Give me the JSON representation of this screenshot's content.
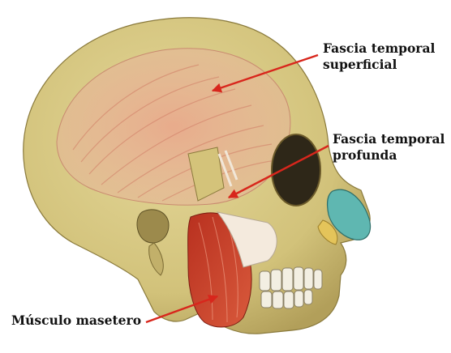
{
  "labels": {
    "superficial_line1": "Fascia temporal",
    "superficial_line2": "superficial",
    "profunda_line1": "Fascia temporal",
    "profunda_line2": "profunda",
    "masetero": "Músculo masetero"
  },
  "colors": {
    "arrow": "#d8261c",
    "bone": "#d8cb86",
    "muscle": "#c83a26",
    "fascia": "#e7b092",
    "nasal_cartilage": "#5fb7b1"
  }
}
